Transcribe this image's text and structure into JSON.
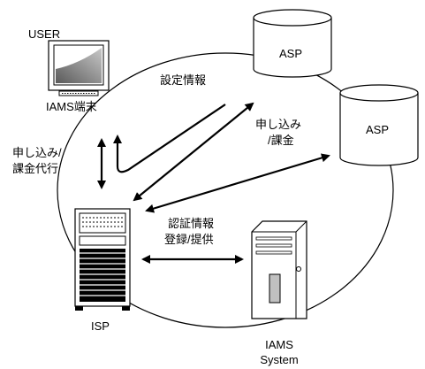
{
  "nodes": {
    "user_label": "USER",
    "terminal_label": "IAMS端末",
    "asp_top": "ASP",
    "asp_right": "ASP",
    "isp_label": "ISP",
    "iams_system_line1": "IAMS",
    "iams_system_line2": "System"
  },
  "flows": {
    "settings_info": "設定情報",
    "apply_billing_line1": "申し込み",
    "apply_billing_line2": "/課金",
    "apply_billing_proxy_line1": "申し込み/",
    "apply_billing_proxy_line2": "課金代行",
    "auth_info_line1": "認証情報",
    "auth_info_line2": "登録/提供"
  },
  "colors": {
    "stroke": "#000000",
    "background": "#ffffff",
    "monitor_gray": "#8a8a8a"
  }
}
